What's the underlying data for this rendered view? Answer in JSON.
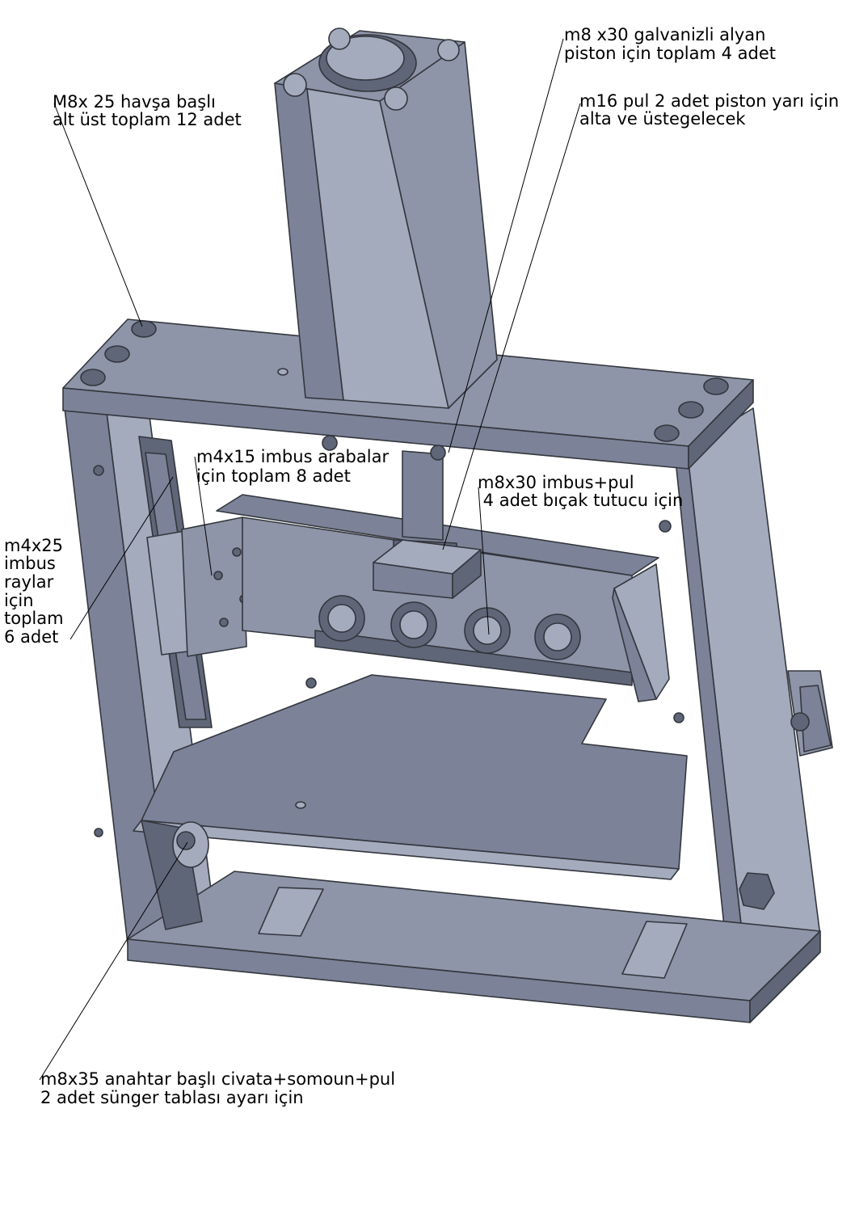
{
  "colors": {
    "metal_top": "#8e95a8",
    "metal_face": "#7c8398",
    "metal_dark": "#5f6678",
    "metal_light": "#a4abbd",
    "edge": "#33363d",
    "annotation_text": "#000000",
    "background": "#ffffff"
  },
  "annotations": [
    {
      "id": "m8x25",
      "lines": [
        "M8x 25 havşa başlı",
        "alt üst toplam 12 adet"
      ]
    },
    {
      "id": "m8x30-alyan",
      "lines": [
        "m8 x30 galvanizli alyan",
        "piston için toplam 4 adet"
      ]
    },
    {
      "id": "m16-pul",
      "lines": [
        "m16 pul 2 adet piston yarı için",
        "alta ve üstegelecek"
      ]
    },
    {
      "id": "m4x15",
      "lines": [
        "m4x15 imbus arabalar",
        "için toplam 8 adet"
      ]
    },
    {
      "id": "m8x30-imbus",
      "lines": [
        "m8x30 imbus+pul",
        " 4 adet bıçak tutucu için"
      ]
    },
    {
      "id": "m4x25",
      "lines": [
        "m4x25",
        "imbus",
        "raylar",
        "için",
        "toplam",
        "6 adet"
      ]
    },
    {
      "id": "m8x35",
      "lines": [
        "m8x35 anahtar başlı civata+somoun+pul",
        "2 adet sünger tablası ayarı için"
      ]
    }
  ]
}
